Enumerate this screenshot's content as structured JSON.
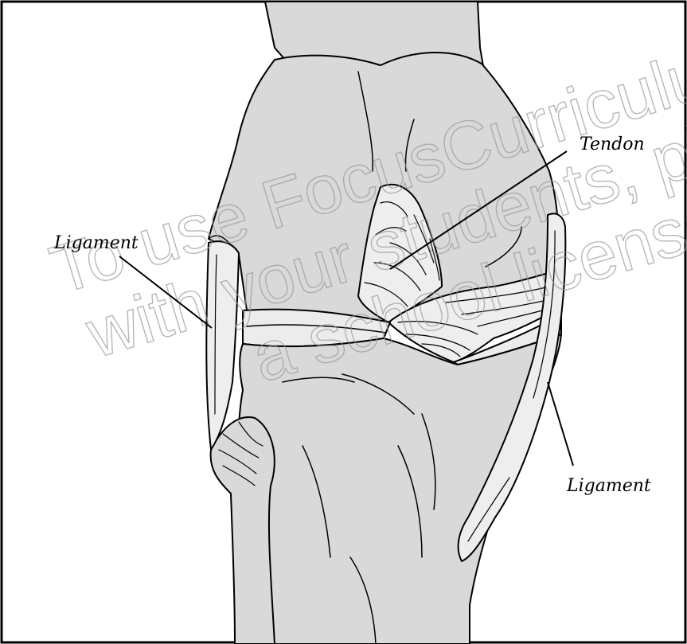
{
  "labels": {
    "tendon": "Tendon",
    "ligament_left": "Ligament",
    "ligament_right": "Ligament"
  },
  "watermark": {
    "line1": "To use FocusCurriculum",
    "line2": "with your students, please",
    "line3": "a school license."
  },
  "colors": {
    "bone": "#d9d9d9",
    "outline": "#000000",
    "background": "#ffffff",
    "watermark": "#9a9a9a"
  }
}
